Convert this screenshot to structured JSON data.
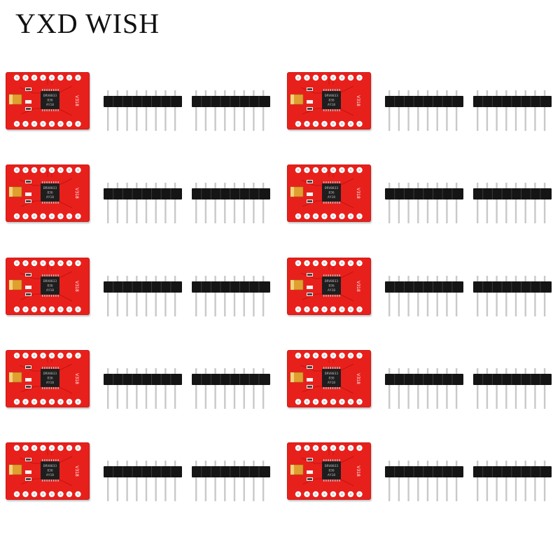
{
  "brand": {
    "text": "YXD WISH",
    "color": "#111111"
  },
  "product": {
    "board_color": "#e8201c",
    "board_edge_color": "#b8100e",
    "pad_color": "#ffffff",
    "header_plastic_color": "#151515",
    "header_pin_color": "#c9c9c9",
    "chip_color": "#1e1e1e",
    "capacitor_color": "#e0a030",
    "chip_marking": [
      "DRV8833",
      "836",
      "AY18"
    ],
    "board_side_text": "V318",
    "header_pin_count": 8,
    "rows": 5,
    "columns": 2,
    "headers_per_board": 2,
    "icon": "motor-driver-board"
  }
}
